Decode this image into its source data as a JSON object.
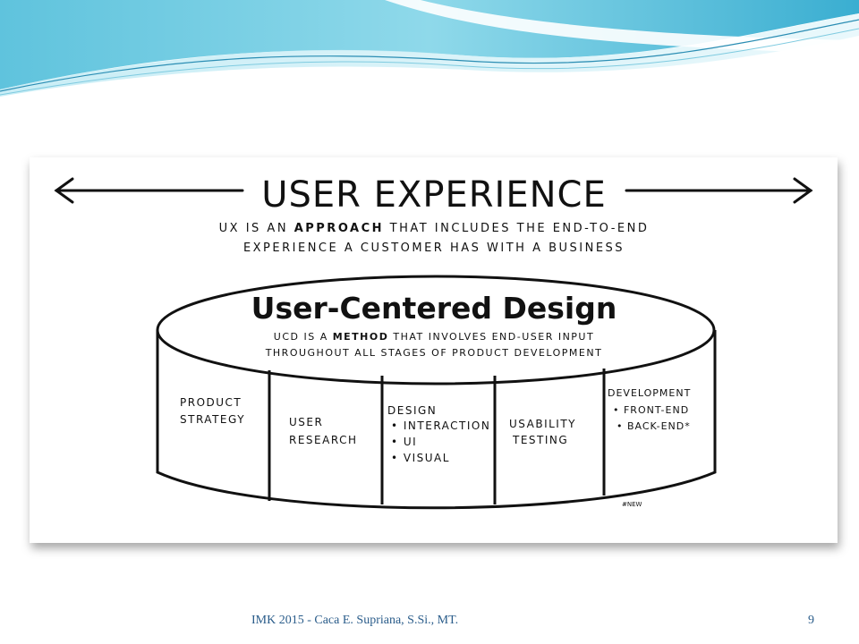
{
  "diagram": {
    "title": "USER EXPERIENCE",
    "ux_line1_pre": "UX IS AN ",
    "ux_line1_bold": "APPROACH",
    "ux_line1_post": " THAT INCLUDES THE END-TO-END",
    "ux_line2": "EXPERIENCE A CUSTOMER HAS WITH A BUSINESS",
    "ucd_title": "User-Centered Design",
    "ucd_line1_pre": "UCD IS A ",
    "ucd_line1_bold": "METHOD",
    "ucd_line1_post": " THAT INVOLVES END-USER INPUT",
    "ucd_line2": "THROUGHOUT ALL STAGES OF PRODUCT DEVELOPMENT",
    "stages": {
      "product_strategy": [
        "PRODUCT",
        "STRATEGY"
      ],
      "user_research": [
        "USER",
        "RESEARCH"
      ],
      "design": [
        "DESIGN",
        "• INTERACTION",
        "• UI",
        "• VISUAL"
      ],
      "usability_testing": [
        "USABILITY",
        "TESTING"
      ],
      "development": [
        "DEVELOPMENT",
        "• FRONT-END",
        "• BACK-END*"
      ]
    },
    "signature": "#NEW"
  },
  "footer": {
    "credit": "IMK 2015 - Caca E. Supriana, S.Si., MT.",
    "page_number": "9"
  }
}
